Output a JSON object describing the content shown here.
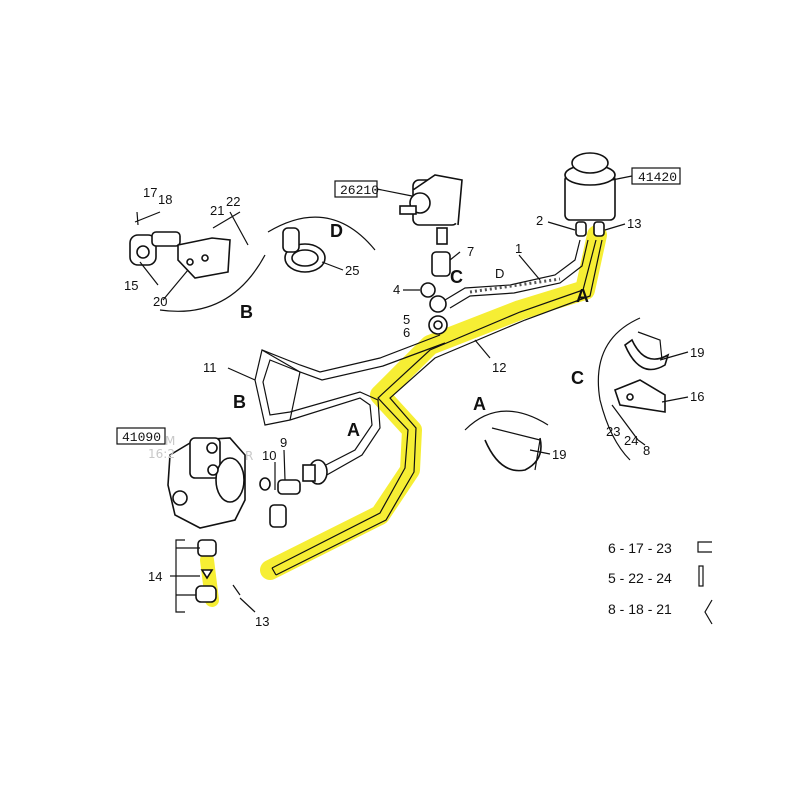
{
  "diagram": {
    "ref_boxes": {
      "pump": "26210",
      "reservoir": "41420",
      "compressor": "41090"
    },
    "watermark": [
      "M",
      "16:2",
      "R"
    ],
    "numbers": {
      "n1": "1",
      "n2": "2",
      "n4": "4",
      "n5": "5",
      "n6": "6",
      "n7": "7",
      "n8": "8",
      "n9": "9",
      "n10": "10",
      "n11": "11",
      "n12": "12",
      "n13a": "13",
      "n13b": "13",
      "n14": "14",
      "n15": "15",
      "n16": "16",
      "n17": "17",
      "n18": "18",
      "n19a": "19",
      "n19b": "19",
      "n20": "20",
      "n21": "21",
      "n22": "22",
      "n23": "23",
      "n24": "24",
      "n25": "25"
    },
    "letters": {
      "A1": "A",
      "A2": "A",
      "A3": "A",
      "B1": "B",
      "B2": "B",
      "C1": "C",
      "C2": "C",
      "D1": "D",
      "D2": "D"
    },
    "legend": [
      {
        "text": "6 - 17 - 23",
        "icon": "bracket-icon"
      },
      {
        "text": "5 - 22 - 24",
        "icon": "bar-icon"
      },
      {
        "text": "8 - 18 - 21",
        "icon": "chevron-icon"
      }
    ],
    "highlight_color": "#f5ec1e"
  }
}
